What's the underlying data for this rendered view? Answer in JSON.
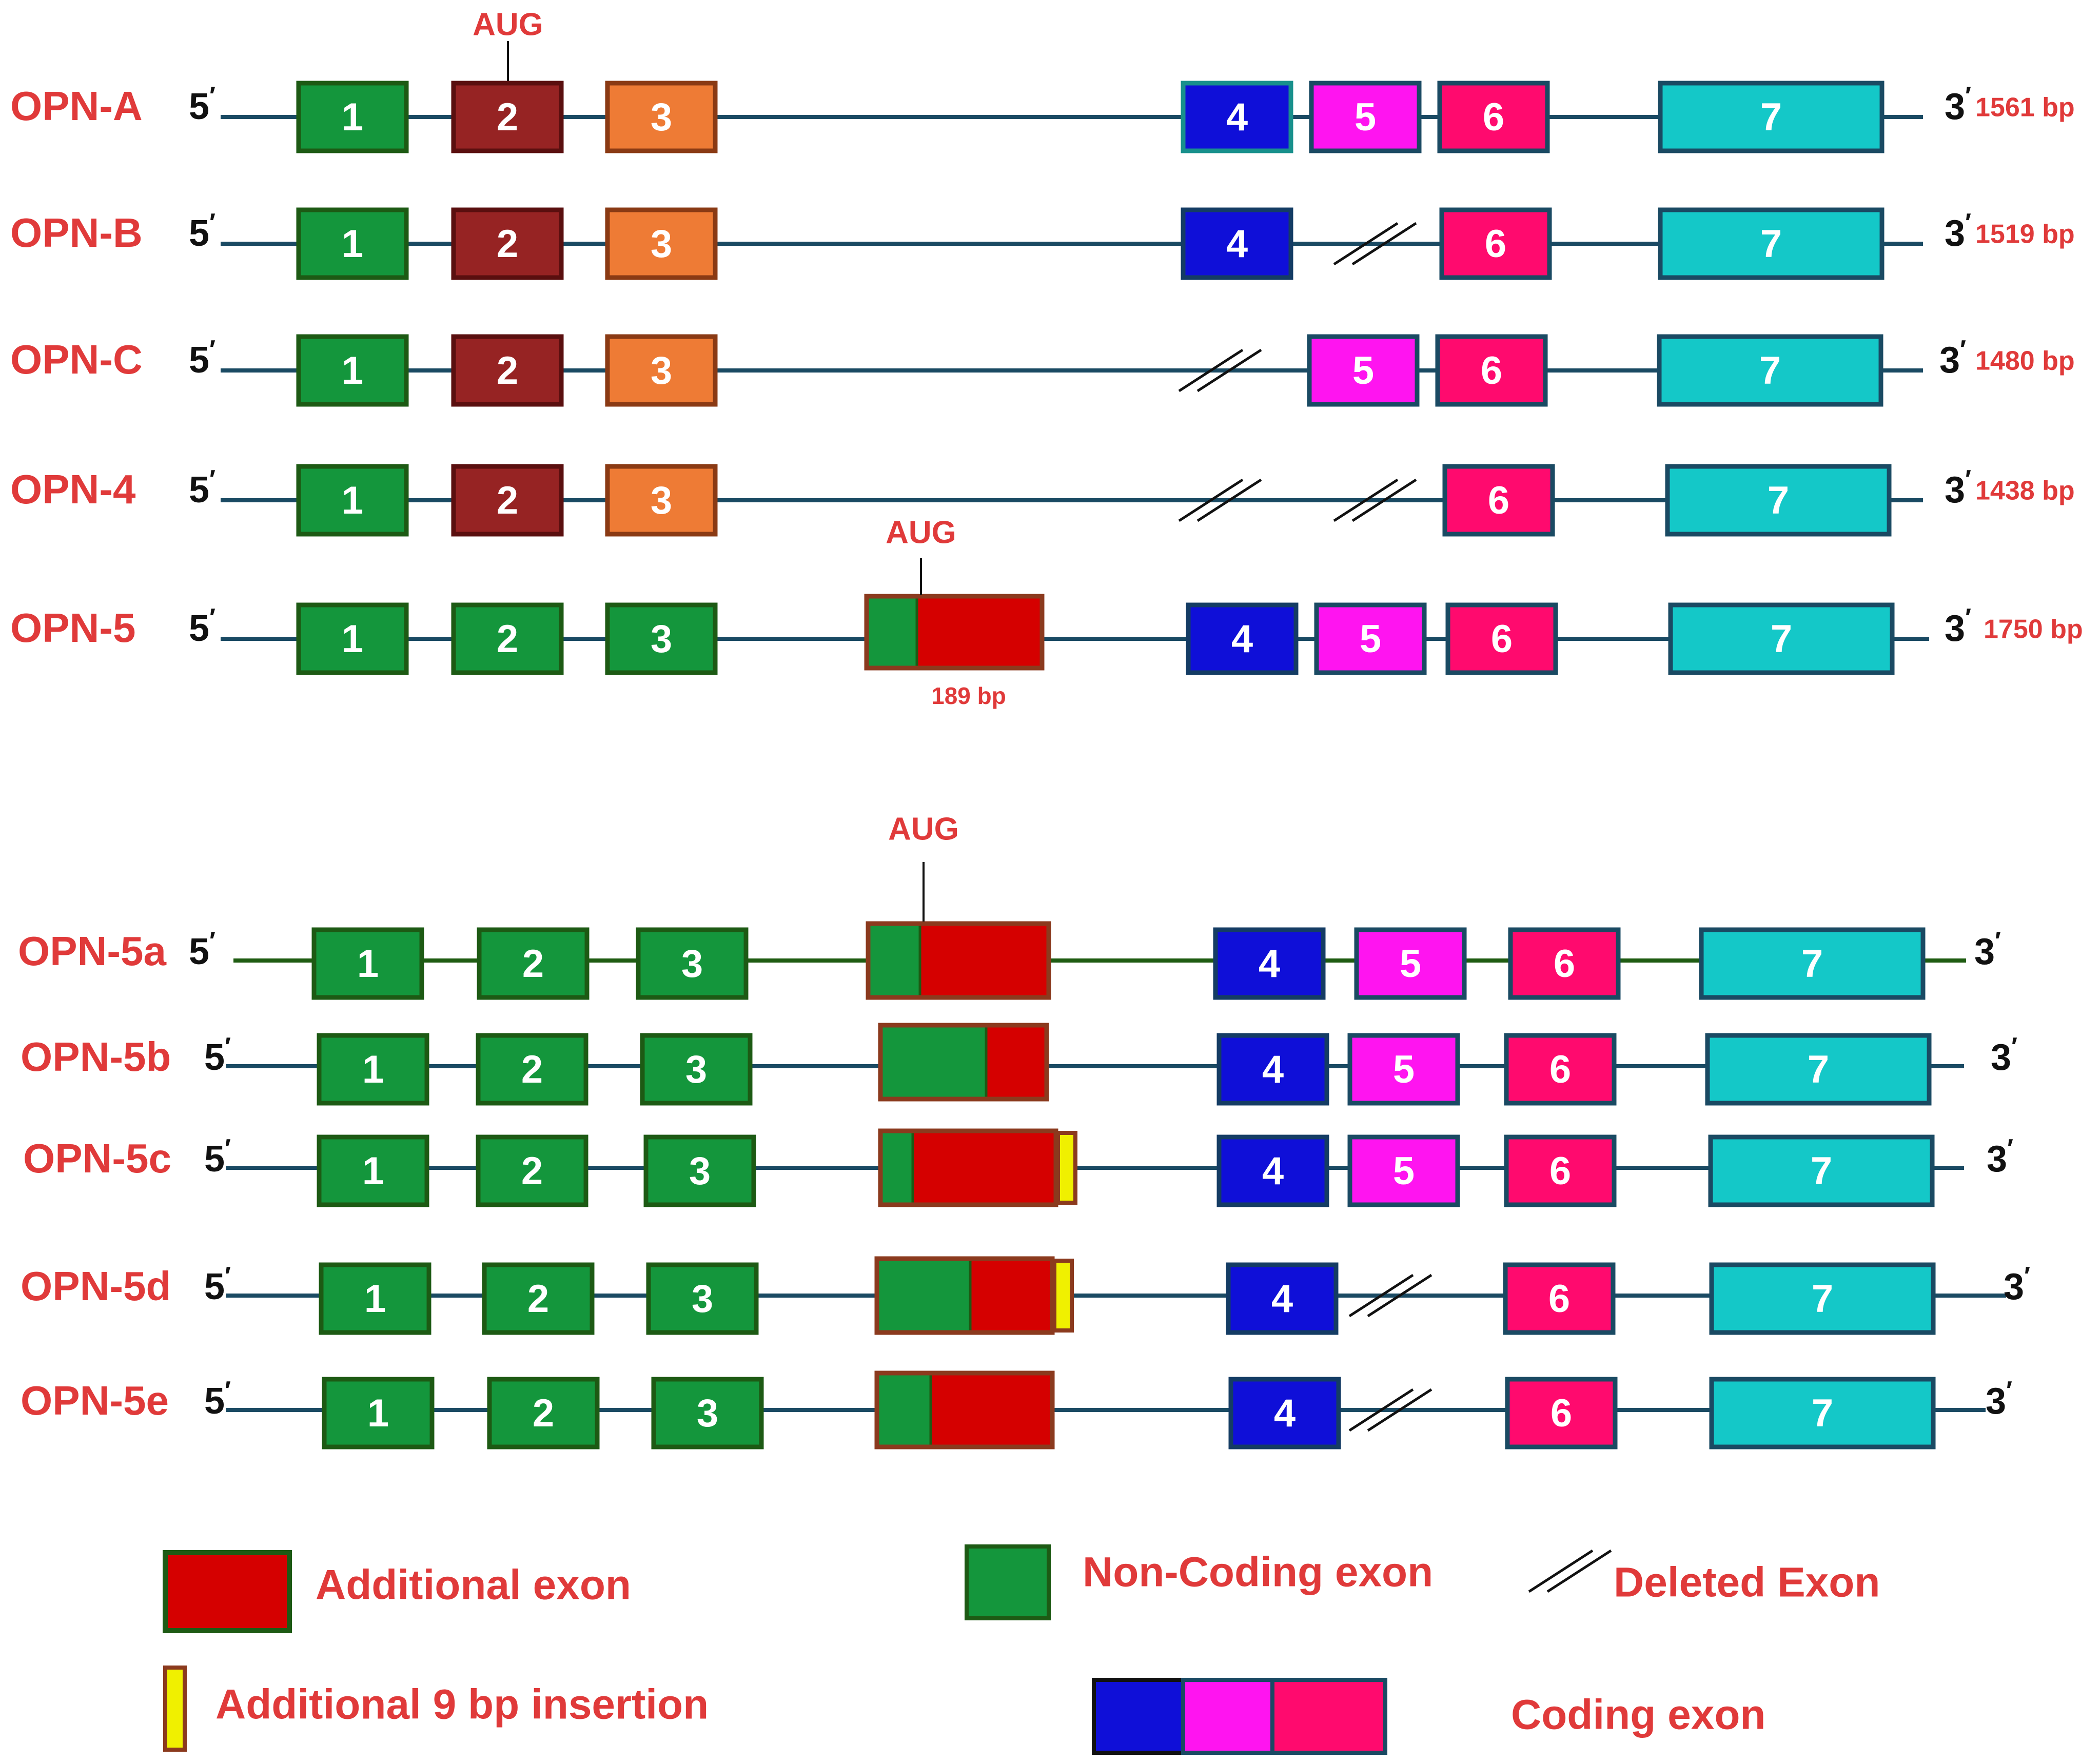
{
  "colors": {
    "label_red": "#e03a3a",
    "line": "#1a4a63",
    "line_green": "#1f5c12",
    "noncoding_fill": "#14963c",
    "noncoding_border": "#1d5a14",
    "exon2_fill": "#962323",
    "exon2_border": "#5a0f0f",
    "exon3_fill": "#ee7b35",
    "exon3_border": "#8a3a14",
    "exon4_fill": "#0f0fd8",
    "exon4_border": "#143c64",
    "exon4_alt_border": "#18908c",
    "exon5_fill": "#ff14f0",
    "exon6_fill": "#ff0a6e",
    "exon7_fill": "#14c8c8",
    "coding_border": "#1a4a63",
    "additional_fill": "#d50000",
    "additional_border": "#8b3a1e",
    "insertion_fill": "#f0f000"
  },
  "five_prime": "5",
  "three_prime": "3",
  "prime_mark": "′",
  "aug_label": "AUG",
  "extra_exon_size": "189 bp",
  "top_transcripts": [
    {
      "name": "OPN-A",
      "length": "1561 bp"
    },
    {
      "name": "OPN-B",
      "length": "1519 bp"
    },
    {
      "name": "OPN-C",
      "length": "1480 bp"
    },
    {
      "name": "OPN-4",
      "length": "1438 bp"
    },
    {
      "name": "OPN-5",
      "length": "1750 bp"
    }
  ],
  "bottom_transcripts": [
    {
      "name": "OPN-5a"
    },
    {
      "name": "OPN-5b"
    },
    {
      "name": "OPN-5c"
    },
    {
      "name": "OPN-5d"
    },
    {
      "name": "OPN-5e"
    }
  ],
  "exon_numbers": [
    "1",
    "2",
    "3",
    "4",
    "5",
    "6",
    "7"
  ],
  "legend": {
    "additional_exon": "Additional exon",
    "noncoding_exon": "Non-Coding exon",
    "deleted_exon": "Deleted Exon",
    "insertion": "Additional 9 bp insertion",
    "coding_exon": "Coding exon"
  }
}
